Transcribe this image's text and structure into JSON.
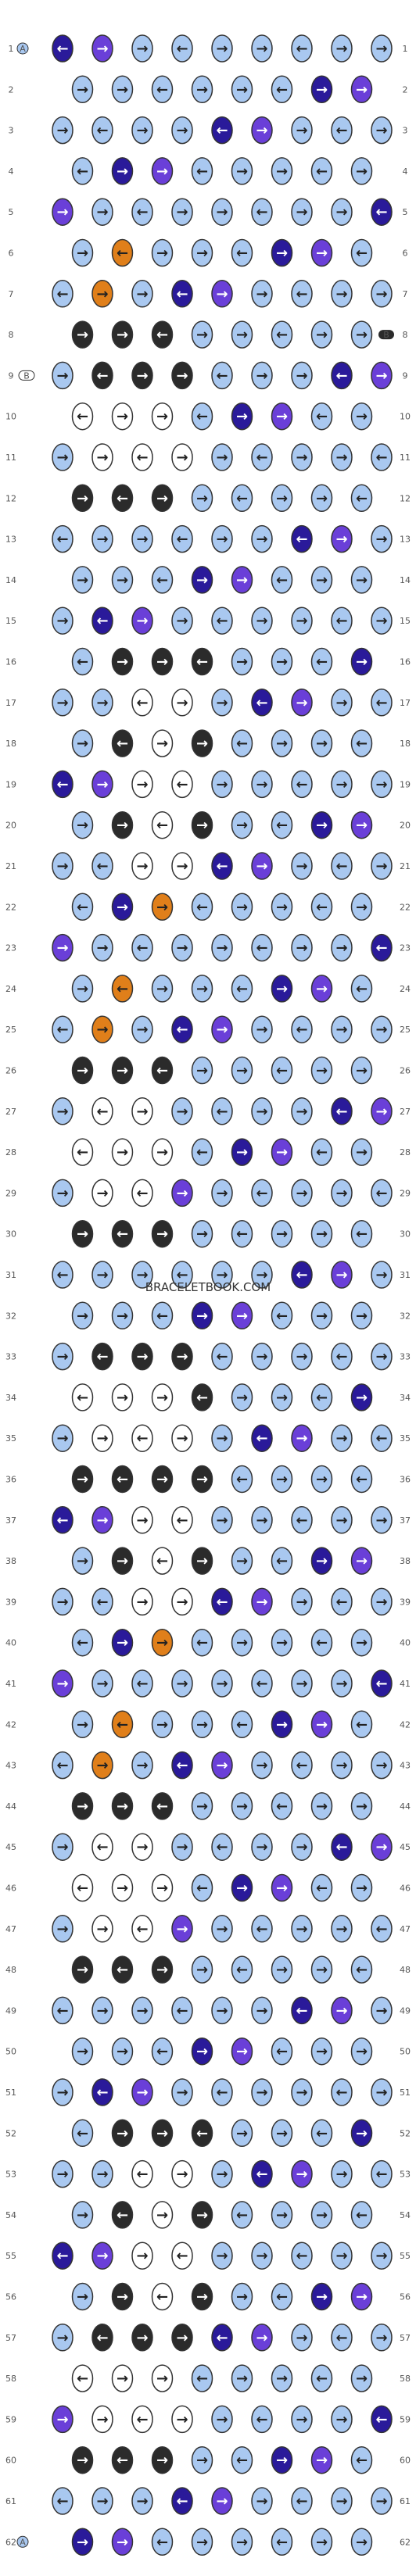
{
  "watermark": "BRACELETBOOK.COM",
  "grid": {
    "rows": 62,
    "knots_per_row": [
      9,
      8
    ],
    "row_labels": [
      "1",
      "2",
      "3",
      "4",
      "5",
      "6",
      "7",
      "8",
      "9",
      "10",
      "11",
      "12",
      "13",
      "14",
      "15",
      "16",
      "17",
      "18",
      "19",
      "20",
      "21",
      "22",
      "23",
      "24",
      "25",
      "26",
      "27",
      "28",
      "29",
      "30",
      "31",
      "32",
      "33",
      "34",
      "35",
      "36",
      "37",
      "38",
      "39",
      "40",
      "41",
      "42",
      "43",
      "44",
      "45",
      "46",
      "47",
      "48",
      "49",
      "50",
      "51",
      "52",
      "53",
      "54",
      "55",
      "56",
      "57",
      "58",
      "59",
      "60",
      "61",
      "62"
    ]
  },
  "strand_markers": {
    "top_left_label": "A",
    "bottom_left_label": "A",
    "right_label_8": "B",
    "left_label_9": "B"
  },
  "colors": {
    "light_blue": "#a9c8f0",
    "dark_blue": "#2a1a9a",
    "violet": "#6a3fd8",
    "orange": "#e07f1a",
    "black": "#2b2b2b",
    "white": "#ffffff",
    "outline": "#333333"
  },
  "icons": {
    "arrow_right": "→",
    "arrow_left": "←"
  }
}
